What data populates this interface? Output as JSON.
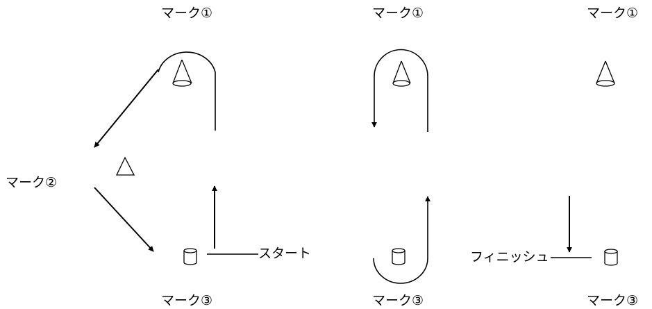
{
  "labels": {
    "mark1_a": "マーク①",
    "mark1_b": "マーク①",
    "mark1_c": "マーク①",
    "mark2": "マーク②",
    "mark3_a": "マーク③",
    "mark3_b": "マーク③",
    "mark3_c": "マーク③",
    "start": "スタート",
    "finish": "フィニッシュ"
  },
  "colors": {
    "ink": "#000000",
    "background": "#ffffff"
  },
  "icons": [
    "cone-icon",
    "cylinder-icon",
    "triangle-icon",
    "arrow-icon"
  ]
}
